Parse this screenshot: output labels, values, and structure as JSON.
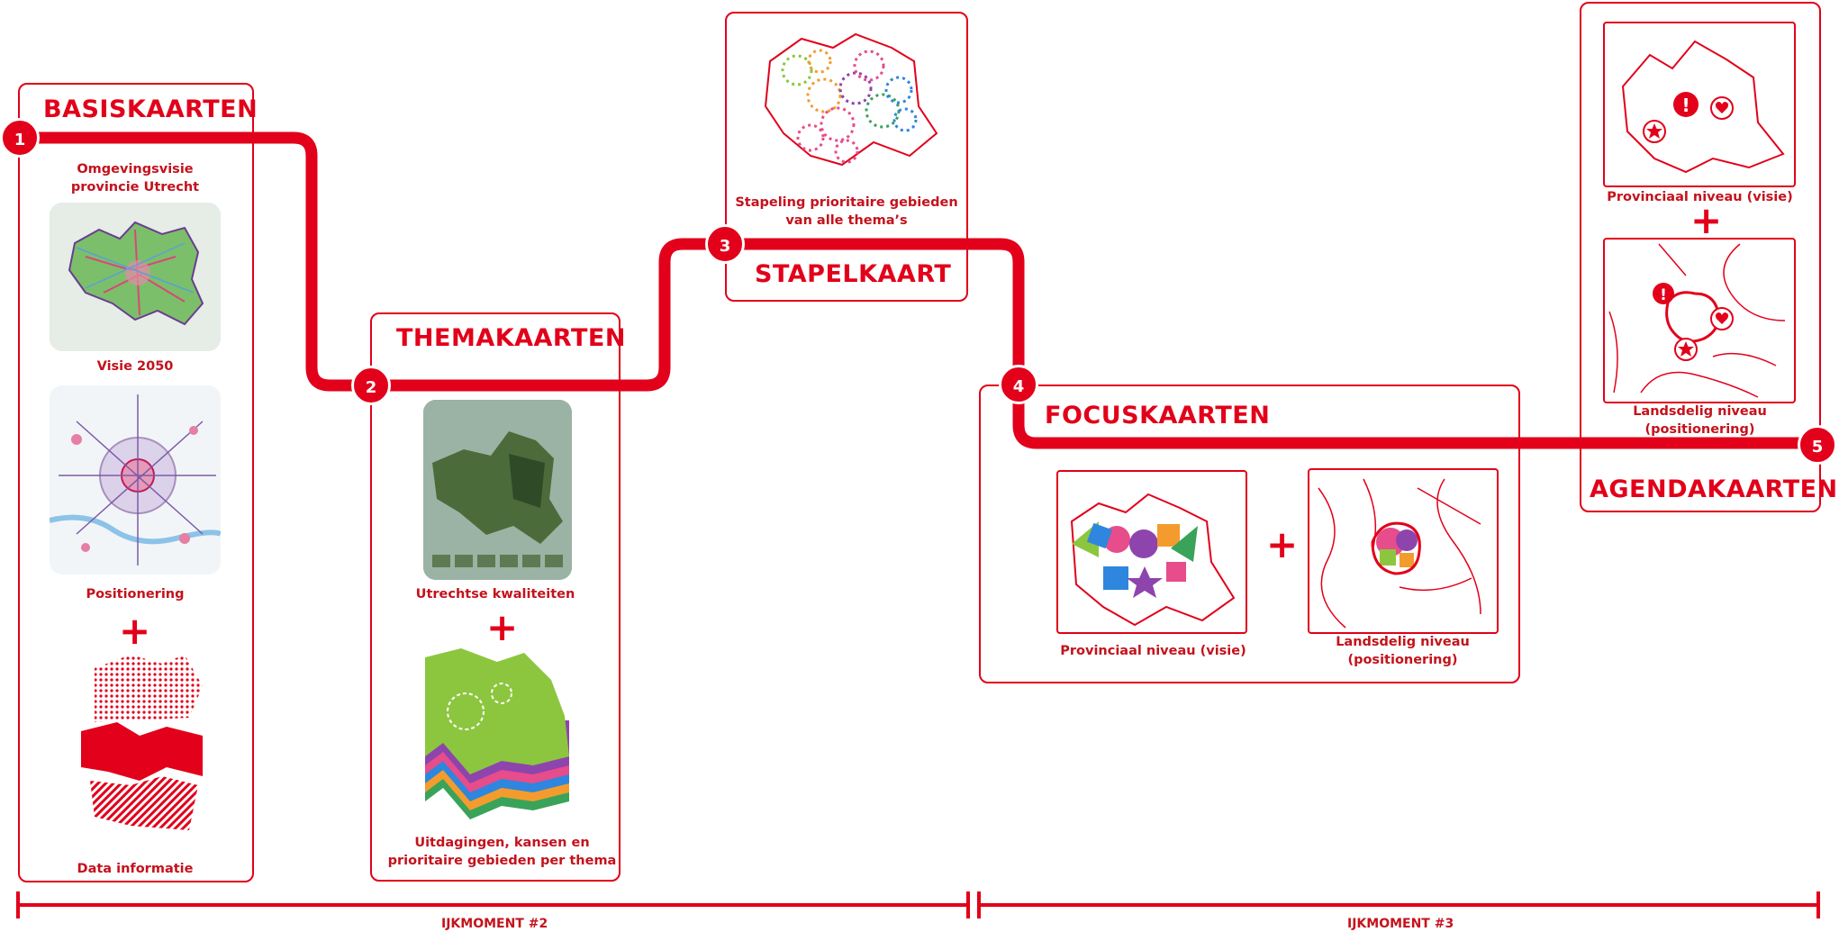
{
  "colors": {
    "accent": "#e2001a",
    "caption": "#c4121c"
  },
  "steps": [
    {
      "number": "1",
      "title": "BASISKAARTEN"
    },
    {
      "number": "2",
      "title": "THEMAKAARTEN"
    },
    {
      "number": "3",
      "title": "STAPELKAART"
    },
    {
      "number": "4",
      "title": "FOCUSKAARTEN"
    },
    {
      "number": "5",
      "title": "AGENDAKAARTEN"
    }
  ],
  "basis": {
    "heading": [
      "Omgevingsvisie",
      "provincie Utrecht"
    ],
    "visie": "Visie 2050",
    "positionering": "Positionering",
    "data": "Data informatie"
  },
  "thema": {
    "kwaliteiten": "Utrechtse kwaliteiten",
    "uitdagingen": [
      "Uitdagingen, kansen en",
      "prioritaire gebieden per thema"
    ]
  },
  "stapel": {
    "caption": [
      "Stapeling prioritaire gebieden",
      "van alle thema’s"
    ]
  },
  "focus": {
    "provinciaal": "Provinciaal niveau (visie)",
    "landsdelig": [
      "Landsdelig niveau",
      "(positionering)"
    ]
  },
  "agenda": {
    "provinciaal": "Provinciaal niveau (visie)",
    "landsdelig": [
      "Landsdelig niveau",
      "(positionering)"
    ]
  },
  "plus": "+",
  "timeline": {
    "ijkmoment2": "IJKMOMENT #2",
    "ijkmoment3": "IJKMOMENT #3"
  }
}
